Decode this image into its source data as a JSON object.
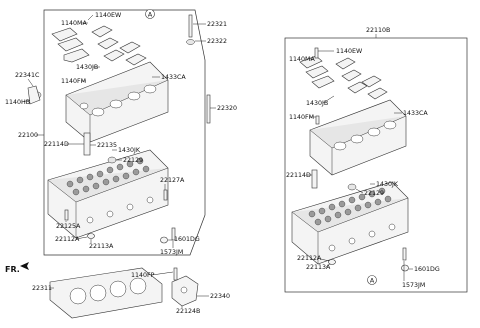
{
  "left_group": {
    "labels": {
      "l22321": "22321",
      "l22322": "22322",
      "l1140EW": "1140EW",
      "l1140MA": "1140MA",
      "l22341C": "22341C",
      "l1140FM": "1140FM",
      "l1430JB": "1430JB",
      "l1433CA": "1433CA",
      "l1140HB": "1140HB",
      "l22320": "22320",
      "l22100": "22100",
      "l22114D": "22114D",
      "l22135": "22135",
      "l1430JK": "1430JK",
      "l22129": "22129",
      "l22127A": "22127A",
      "l22125A": "22125A",
      "l22112A": "22112A",
      "l22113A": "22113A",
      "l1601DG": "1601DG",
      "l1573JM": "1573JM",
      "l1140FP": "1140FP",
      "l22311": "22311",
      "l22340": "22340",
      "l22124B": "22124B"
    },
    "view_marker": "A"
  },
  "right_group": {
    "labels": {
      "r22110B": "22110B",
      "r1140EW": "1140EW",
      "r1140MA": "1140MA",
      "r1430JB": "1430JB",
      "r1433CA": "1433CA",
      "r1140FM": "1140FM",
      "r22114D": "22114D",
      "r1430JK": "1430JK",
      "r22129": "22129",
      "r22112A": "22112A",
      "r22113A": "22113A",
      "r1601DG": "1601DG",
      "r1573JM": "1573JM"
    },
    "view_marker": "A"
  },
  "direction_label": "FR."
}
